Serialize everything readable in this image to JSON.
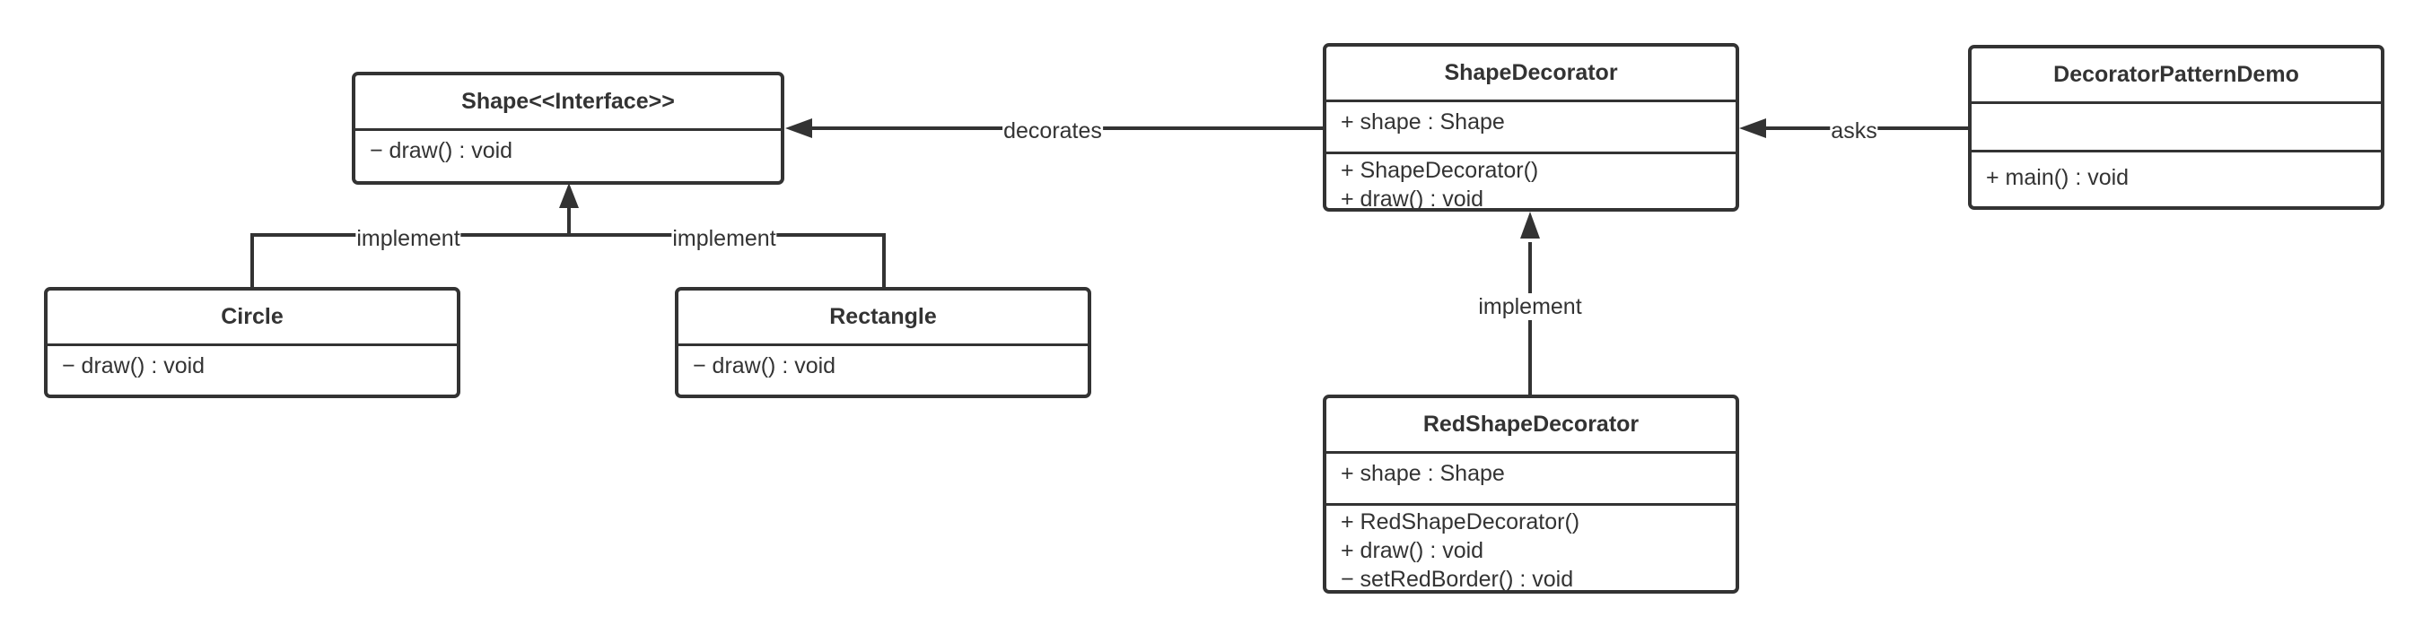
{
  "classes": {
    "shape": {
      "name": "Shape<<Interface>>",
      "sections": [
        [
          "− draw() : void"
        ]
      ]
    },
    "circle": {
      "name": "Circle",
      "sections": [
        [
          "− draw() : void"
        ]
      ]
    },
    "rectangle": {
      "name": "Rectangle",
      "sections": [
        [
          "− draw() : void"
        ]
      ]
    },
    "shape_decorator": {
      "name": "ShapeDecorator",
      "sections": [
        [
          "+ shape : Shape"
        ],
        [
          "+ ShapeDecorator()",
          "+ draw() : void"
        ]
      ]
    },
    "red_shape_decorator": {
      "name": "RedShapeDecorator",
      "sections": [
        [
          "+ shape : Shape"
        ],
        [
          "+ RedShapeDecorator()",
          "+ draw() : void",
          "− setRedBorder() : void"
        ]
      ]
    },
    "demo": {
      "name": "DecoratorPatternDemo",
      "sections": [
        [],
        [
          "+ main() : void"
        ]
      ]
    }
  },
  "edges": {
    "circle_implements_shape": "implement",
    "rectangle_implements_shape": "implement",
    "decorator_decorates_shape": "decorates",
    "demo_asks_decorator": "asks",
    "red_implements_decorator": "implement"
  },
  "colors": {
    "line": "#333333",
    "background": "#ffffff"
  }
}
